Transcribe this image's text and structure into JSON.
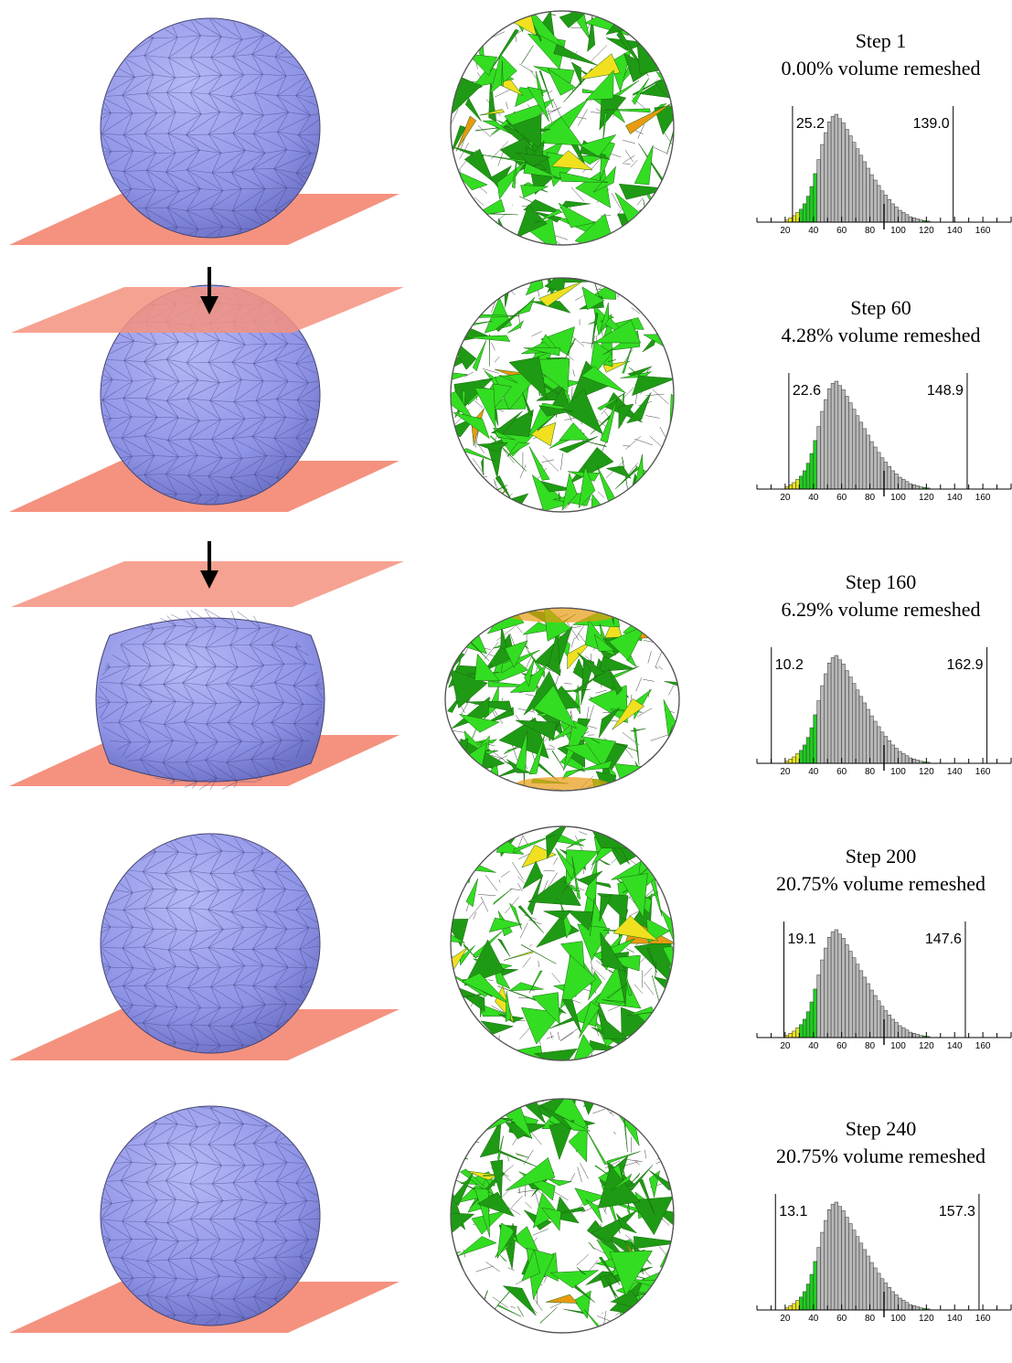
{
  "figure": {
    "rows": [
      {
        "step_label": "Step 1",
        "remesh_label": "0.00% volume remeshed",
        "planes": "bottom",
        "shape": "sphere",
        "arrow": false,
        "hist": {
          "min": 25.2,
          "max": 139.0,
          "min_label": "25.2",
          "max_label": "139.0"
        }
      },
      {
        "step_label": "Step 60",
        "remesh_label": "4.28% volume remeshed",
        "planes": "both",
        "shape": "sphere",
        "arrow": true,
        "hist": {
          "min": 22.6,
          "max": 148.9,
          "min_label": "22.6",
          "max_label": "148.9"
        }
      },
      {
        "step_label": "Step 160",
        "remesh_label": "6.29% volume remeshed",
        "planes": "both",
        "shape": "squashed",
        "arrow": true,
        "hist": {
          "min": 10.2,
          "max": 162.9,
          "min_label": "10.2",
          "max_label": "162.9"
        }
      },
      {
        "step_label": "Step 200",
        "remesh_label": "20.75% volume remeshed",
        "planes": "bottom",
        "shape": "sphere",
        "arrow": false,
        "hist": {
          "min": 19.1,
          "max": 147.6,
          "min_label": "19.1",
          "max_label": "147.6"
        }
      },
      {
        "step_label": "Step 240",
        "remesh_label": "20.75% volume remeshed",
        "planes": "bottom",
        "shape": "sphere",
        "arrow": false,
        "hist": {
          "min": 13.1,
          "max": 157.3,
          "min_label": "13.1",
          "max_label": "157.3"
        }
      }
    ],
    "histogram_axis": {
      "xlim": [
        0,
        180
      ],
      "ticks": [
        20,
        40,
        60,
        80,
        100,
        120,
        140,
        160
      ],
      "tick_labels": [
        "20",
        "40",
        "60",
        "80",
        "100",
        "120",
        "140",
        "160"
      ],
      "bin_width": 2.5,
      "bins_from": 20,
      "bin_heights": [
        0.02,
        0.04,
        0.06,
        0.09,
        0.12,
        0.17,
        0.24,
        0.33,
        0.45,
        0.58,
        0.72,
        0.83,
        0.93,
        0.98,
        1.0,
        0.96,
        0.92,
        0.86,
        0.8,
        0.74,
        0.68,
        0.62,
        0.56,
        0.5,
        0.44,
        0.39,
        0.34,
        0.29,
        0.25,
        0.21,
        0.17,
        0.14,
        0.11,
        0.09,
        0.07,
        0.05,
        0.04,
        0.03,
        0.02,
        0.015,
        0.01
      ],
      "colors": {
        "gray": "#b8b8b8",
        "green": "#22cc22",
        "yellow": "#e8e020"
      }
    },
    "colors": {
      "sphere_fill": "#8f93e6",
      "plane_fill": "#f4927f",
      "tet_green": "#33dd22",
      "tet_dark": "#1f9a14",
      "tet_yellow": "#f0e020",
      "tet_orange": "#e89a10"
    }
  }
}
